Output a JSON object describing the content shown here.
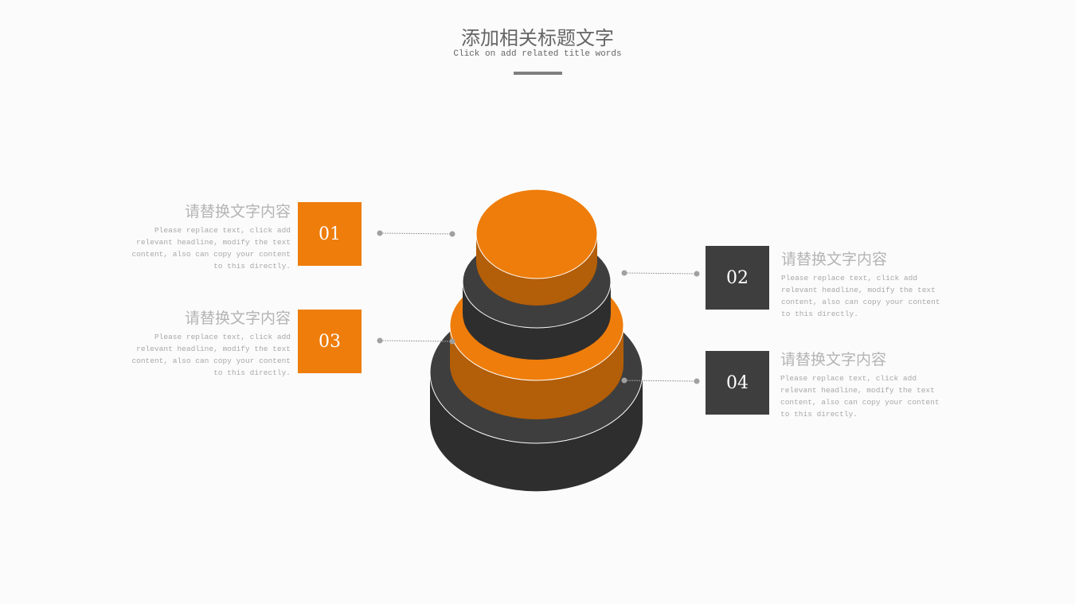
{
  "header": {
    "title": "添加相关标题文字",
    "subtitle": "Click on add related title words"
  },
  "colors": {
    "orange": "#EE7D0B",
    "orange_side": "#B35E08",
    "dark": "#3E3E3E",
    "dark_side": "#2E2E2E"
  },
  "items": [
    {
      "number": "01",
      "heading": "请替换文字内容",
      "body": "Please replace text, click add relevant headline, modify the text content, also can copy your content to this directly."
    },
    {
      "number": "02",
      "heading": "请替换文字内容",
      "body": "Please replace text, click add relevant headline, modify the text content, also can copy your content to this directly."
    },
    {
      "number": "03",
      "heading": "请替换文字内容",
      "body": "Please replace text, click add relevant headline, modify the text content, also can copy your content to this directly."
    },
    {
      "number": "04",
      "heading": "请替换文字内容",
      "body": "Please replace text, click add relevant headline, modify the text content, also can copy your content to this directly."
    }
  ]
}
